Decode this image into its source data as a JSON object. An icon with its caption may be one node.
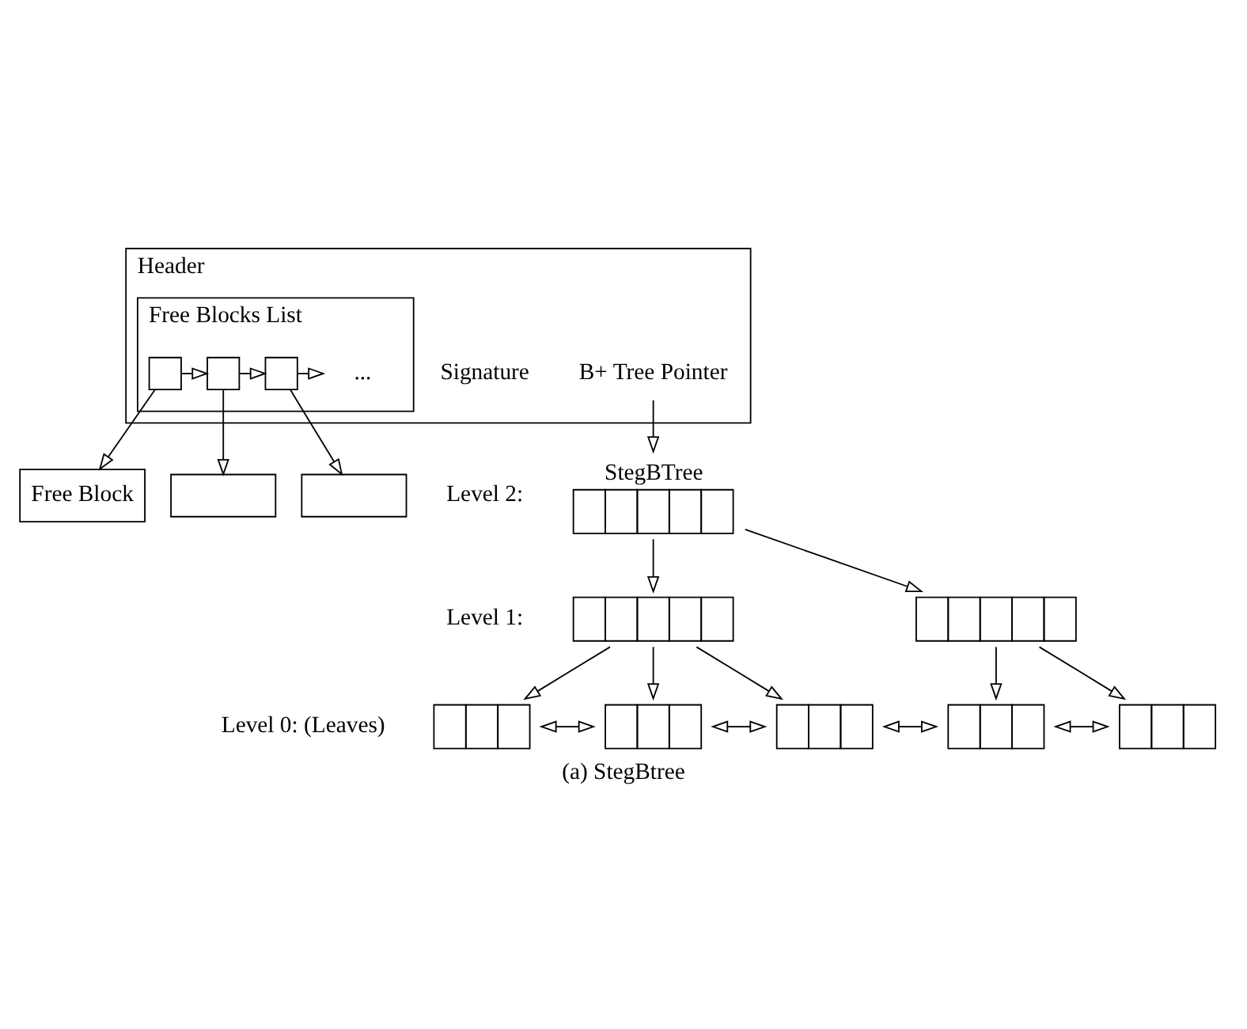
{
  "diagram": {
    "caption": "(a) StegBtree",
    "nodes": [
      {
        "text": [
          "Header"
        ]
      },
      {
        "text": [
          "Signature"
        ],
        "in": 0
      },
      {
        "text": [
          "Free Blocks List"
        ],
        "in": 0
      },
      {
        "text": [],
        "shape": "box",
        "in": 2
      },
      {
        "text": [],
        "shape": "box",
        "in": 2
      },
      {
        "text": [],
        "shape": "box",
        "in": 2
      },
      {
        "text": [
          "..."
        ],
        "in": 2
      },
      {
        "text": [
          "B+ Tree Pointer"
        ],
        "in": 0
      },
      {
        "text": [
          "Free Block"
        ]
      },
      {
        "text": [],
        "shape": "box"
      },
      {
        "text": [],
        "shape": "box"
      },
      {
        "text": [
          "StegBTree"
        ]
      },
      {
        "text": [],
        "shape": "bar"
      },
      {
        "text": [],
        "shape": "bar"
      },
      {
        "text": [],
        "shape": "bar"
      },
      {
        "text": [],
        "shape": "bar"
      },
      {
        "text": [],
        "shape": "bar"
      },
      {
        "text": [],
        "shape": "bar"
      },
      {
        "text": [],
        "shape": "bar"
      }
    ],
    "edges": [
      {
        "from": 3,
        "to": 4,
        "arrow": "to"
      },
      {
        "from": 4,
        "to": 5,
        "arrow": "to"
      },
      {
        "from": 5,
        "to": 6,
        "arrow": "to"
      },
      {
        "from": 3,
        "to": 8,
        "arrow": "to"
      },
      {
        "from": 4,
        "to": 9,
        "arrow": "to"
      },
      {
        "from": 5,
        "to": 10,
        "arrow": "to"
      },
      {
        "from": 7,
        "to": 11,
        "arrow": "to"
      },
      {
        "from": 11,
        "to": 12,
        "arrow": "to"
      },
      {
        "from": 11,
        "to": 13,
        "arrow": "to"
      },
      {
        "from": 12,
        "to": 14,
        "arrow": "to"
      },
      {
        "from": 12,
        "to": 15,
        "arrow": "to"
      },
      {
        "from": 12,
        "to": 16,
        "arrow": "to"
      },
      {
        "from": 13,
        "to": 17,
        "arrow": "to"
      },
      {
        "from": 13,
        "to": 18,
        "arrow": "to"
      },
      {
        "from": 14,
        "to": 15,
        "arrow": "both"
      },
      {
        "from": 15,
        "to": 16,
        "arrow": "both"
      },
      {
        "from": 16,
        "to": 17,
        "arrow": "both"
      },
      {
        "from": 17,
        "to": 18,
        "arrow": "both"
      }
    ],
    "labels": [
      "Level 2:",
      "Level 1:",
      "Level 0: (Leaves)"
    ]
  }
}
